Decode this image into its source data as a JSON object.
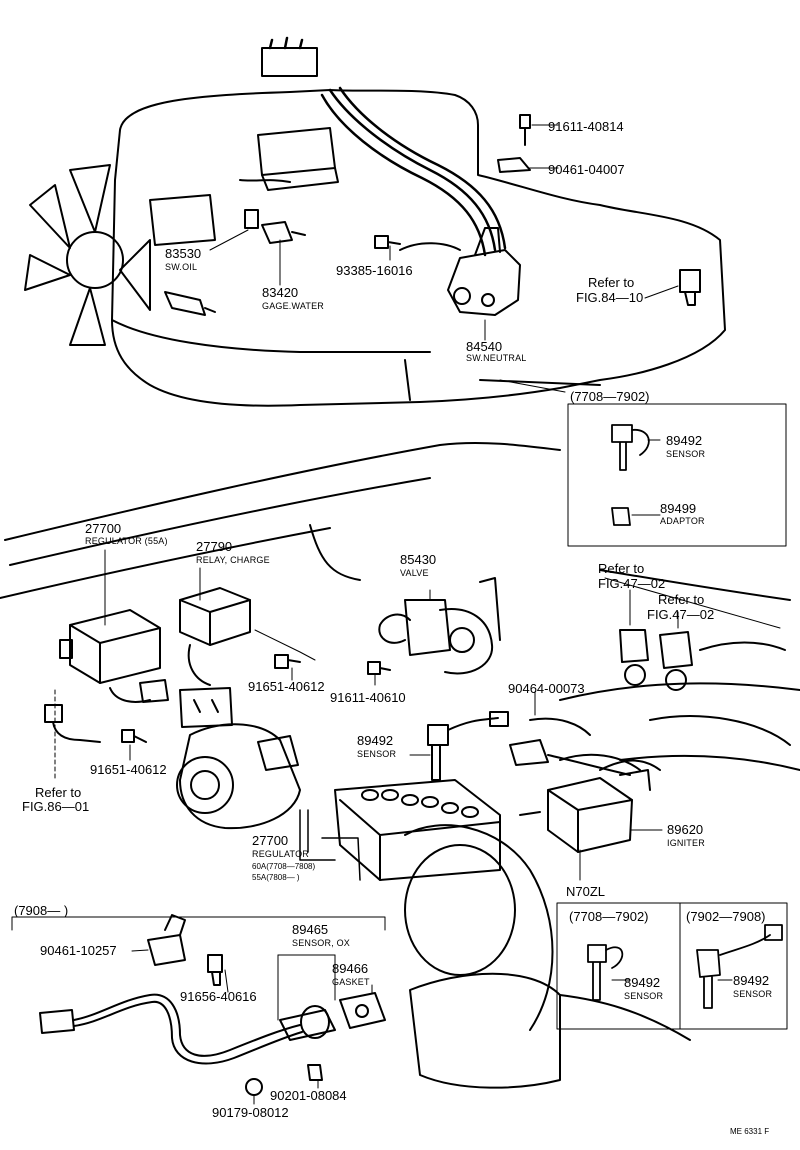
{
  "parts": {
    "p91611_40814": "91611-40814",
    "p90461_04007": "90461-04007",
    "p83530": "83530",
    "sw_oil": "SW.OIL",
    "p83420": "83420",
    "gage_water": "GAGE.WATER",
    "p93385_16016": "93385-16016",
    "refer_to_a": "Refer to",
    "fig_84_10": "FIG.84—10",
    "p84540": "84540",
    "sw_neutral": "SW.NEUTRAL",
    "range_7708_7902_top": "(7708—7902)",
    "p89492_top": "89492",
    "sensor_top": "SENSOR",
    "p89499": "89499",
    "adaptor": "ADAPTOR",
    "p27700_a": "27700",
    "regulator_55a": "REGULATOR (55A)",
    "p27790": "27790",
    "relay_charge": "RELAY, CHARGE",
    "p85430": "85430",
    "valve": "VALVE",
    "refer_to_b": "Refer to",
    "fig_47_02_a": "FIG.47—02",
    "refer_to_c": "Refer to",
    "fig_47_02_b": "FIG.47—02",
    "p91651_40612_a": "91651-40612",
    "p91611_40610": "91611-40610",
    "p90464_00073": "90464-00073",
    "p89492_mid": "89492",
    "sensor_mid": "SENSOR",
    "refer_to_d": "Refer to",
    "fig_86_01": "FIG.86—01",
    "p91651_40612_b": "91651-40612",
    "p27700_b": "27700",
    "regulator": "REGULATOR",
    "reg_60a": "60A(7708—7808)",
    "reg_55a": "55A(7808—        )",
    "p89620": "89620",
    "igniter": "IGNITER",
    "n70zl": "N70ZL",
    "range_7908": "(7908—        )",
    "p89465": "89465",
    "sensor_ox": "SENSOR, OX",
    "p89466": "89466",
    "gasket": "GASKET",
    "p90461_10257": "90461-10257",
    "p91656_40616": "91656-40616",
    "p90201_08084": "90201-08084",
    "p90179_08012": "90179-08012",
    "range_7708_7902_bot": "(7708—7902)",
    "range_7902_7908": "(7902—7908)",
    "p89492_bl": "89492",
    "sensor_bl": "SENSOR",
    "p89492_br": "89492",
    "sensor_br": "SENSOR",
    "figure_code": "ME  6331 F"
  }
}
